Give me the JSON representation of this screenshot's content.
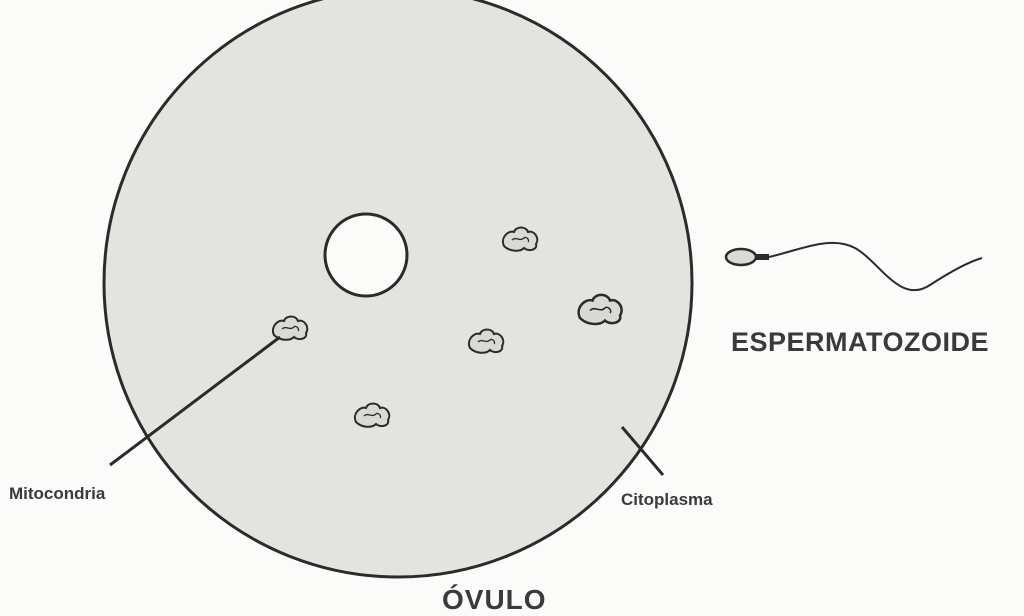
{
  "labels": {
    "mitochondria": "Mitocondria",
    "cytoplasm": "Citoplasma",
    "sperm": "ESPERMATOZOIDE",
    "ovum": "ÓVULO"
  },
  "colors": {
    "cytoplasm_fill": "#e3e3e0",
    "outline": "#2b2b2b",
    "mitochondria_fill": "#d9d9d5"
  }
}
